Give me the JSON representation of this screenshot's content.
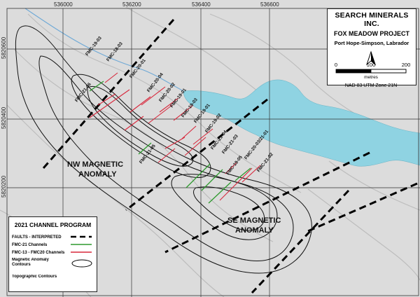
{
  "title_block": {
    "company": "SEARCH MINERALS INC.",
    "project": "FOX MEADOW PROJECT",
    "location": "Port Hope-Simpson, Labrador",
    "scale_ticks": [
      "0",
      "100",
      "200"
    ],
    "scale_unit": "metres",
    "projection": "NAD 83 UTM Zone 21N"
  },
  "grid": {
    "eastings": [
      "536000",
      "536200",
      "536400",
      "536600"
    ],
    "northings": [
      "5820600",
      "5820400",
      "5820200"
    ]
  },
  "anomalies": {
    "nw": [
      "NW MAGNETIC",
      "ANOMALY"
    ],
    "se": [
      "SE MAGNETIC",
      "ANOMALY"
    ]
  },
  "channels": [
    "FMC-19-03",
    "FMC-18-03",
    "FMC-20-01",
    "FMC-21-06",
    "FMC-20-04",
    "FMC-20-02",
    "FMC-19-01",
    "FMC-19-03",
    "FMC-19-01",
    "FMC-19-02",
    "FMC-21-05",
    "FMC-21-04",
    "FMC-21-03",
    "FMC-19-05",
    "FMC-20-03/21-01",
    "FMC-21-02"
  ],
  "legend": {
    "title": "2021 CHANNEL PROGRAM",
    "faults": "FAULTS - INTERPRETED",
    "fmc21": "FMC-21 Channels",
    "fmc13": "FMC-13 - FMC20 Channels",
    "magnetic": "Magnetic Anomaly Contours",
    "topographic": "Topographic Contours"
  },
  "colors": {
    "water": "#8fd3e2",
    "stream": "#6fa9d6",
    "land": "#dcdcdc",
    "fmc21": "#2e9a2e",
    "fmc13": "#d8283c"
  }
}
